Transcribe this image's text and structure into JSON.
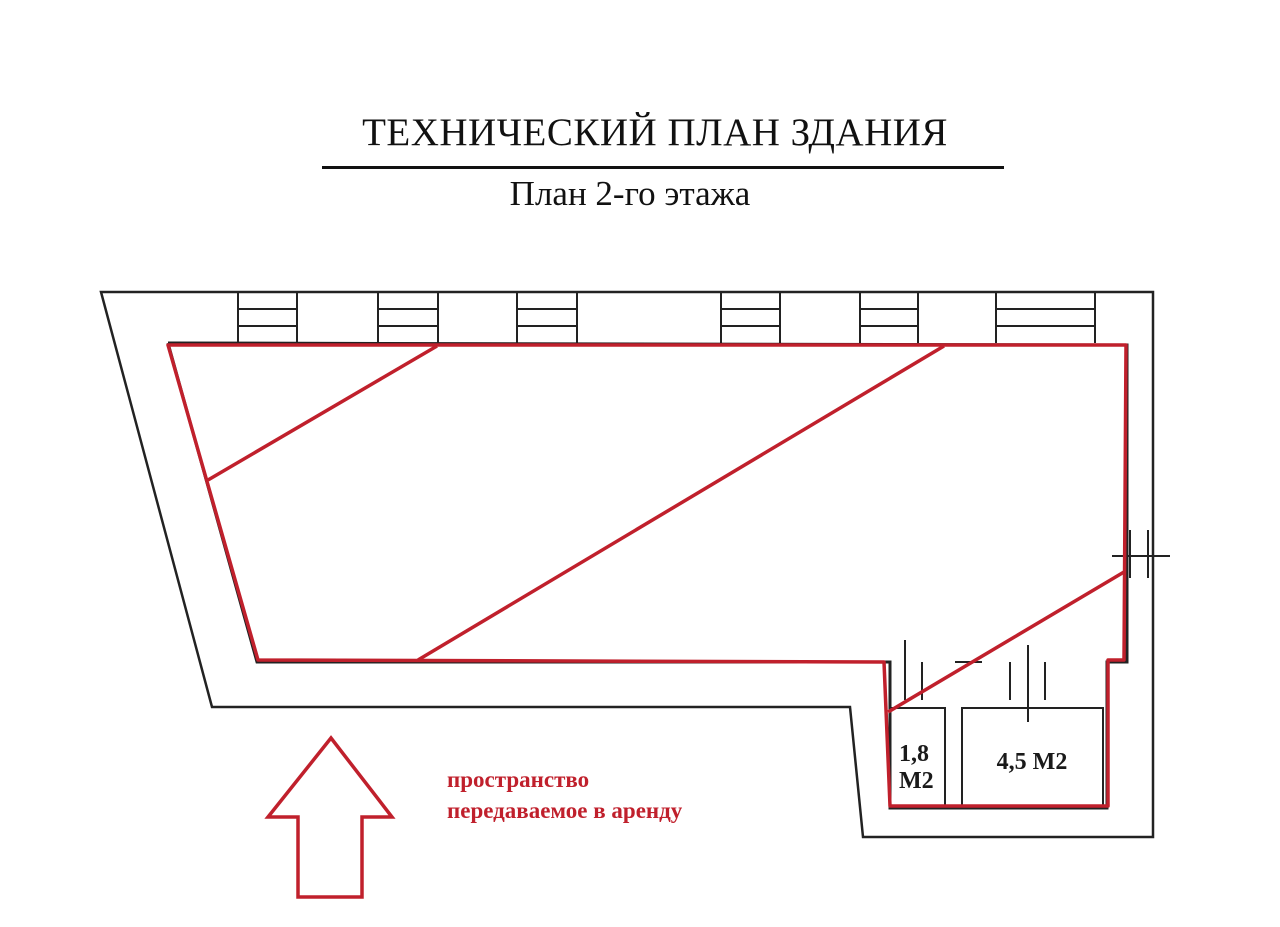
{
  "header": {
    "title": "ТЕХНИЧЕСКИЙ ПЛАН ЗДАНИЯ",
    "subtitle": "План 2-го этажа"
  },
  "rooms": {
    "small_area_line1": "1,8",
    "small_area_line2": "М2",
    "medium_area": "4,5 М2"
  },
  "legend": {
    "line1": "пространство",
    "line2": "передаваемое в аренду"
  },
  "colors": {
    "wall_outline": "#111111",
    "rental_outline": "#c0202c",
    "legend_text": "#c0202c",
    "background": "#ffffff"
  },
  "icons": {
    "arrow": "up-arrow-icon"
  }
}
